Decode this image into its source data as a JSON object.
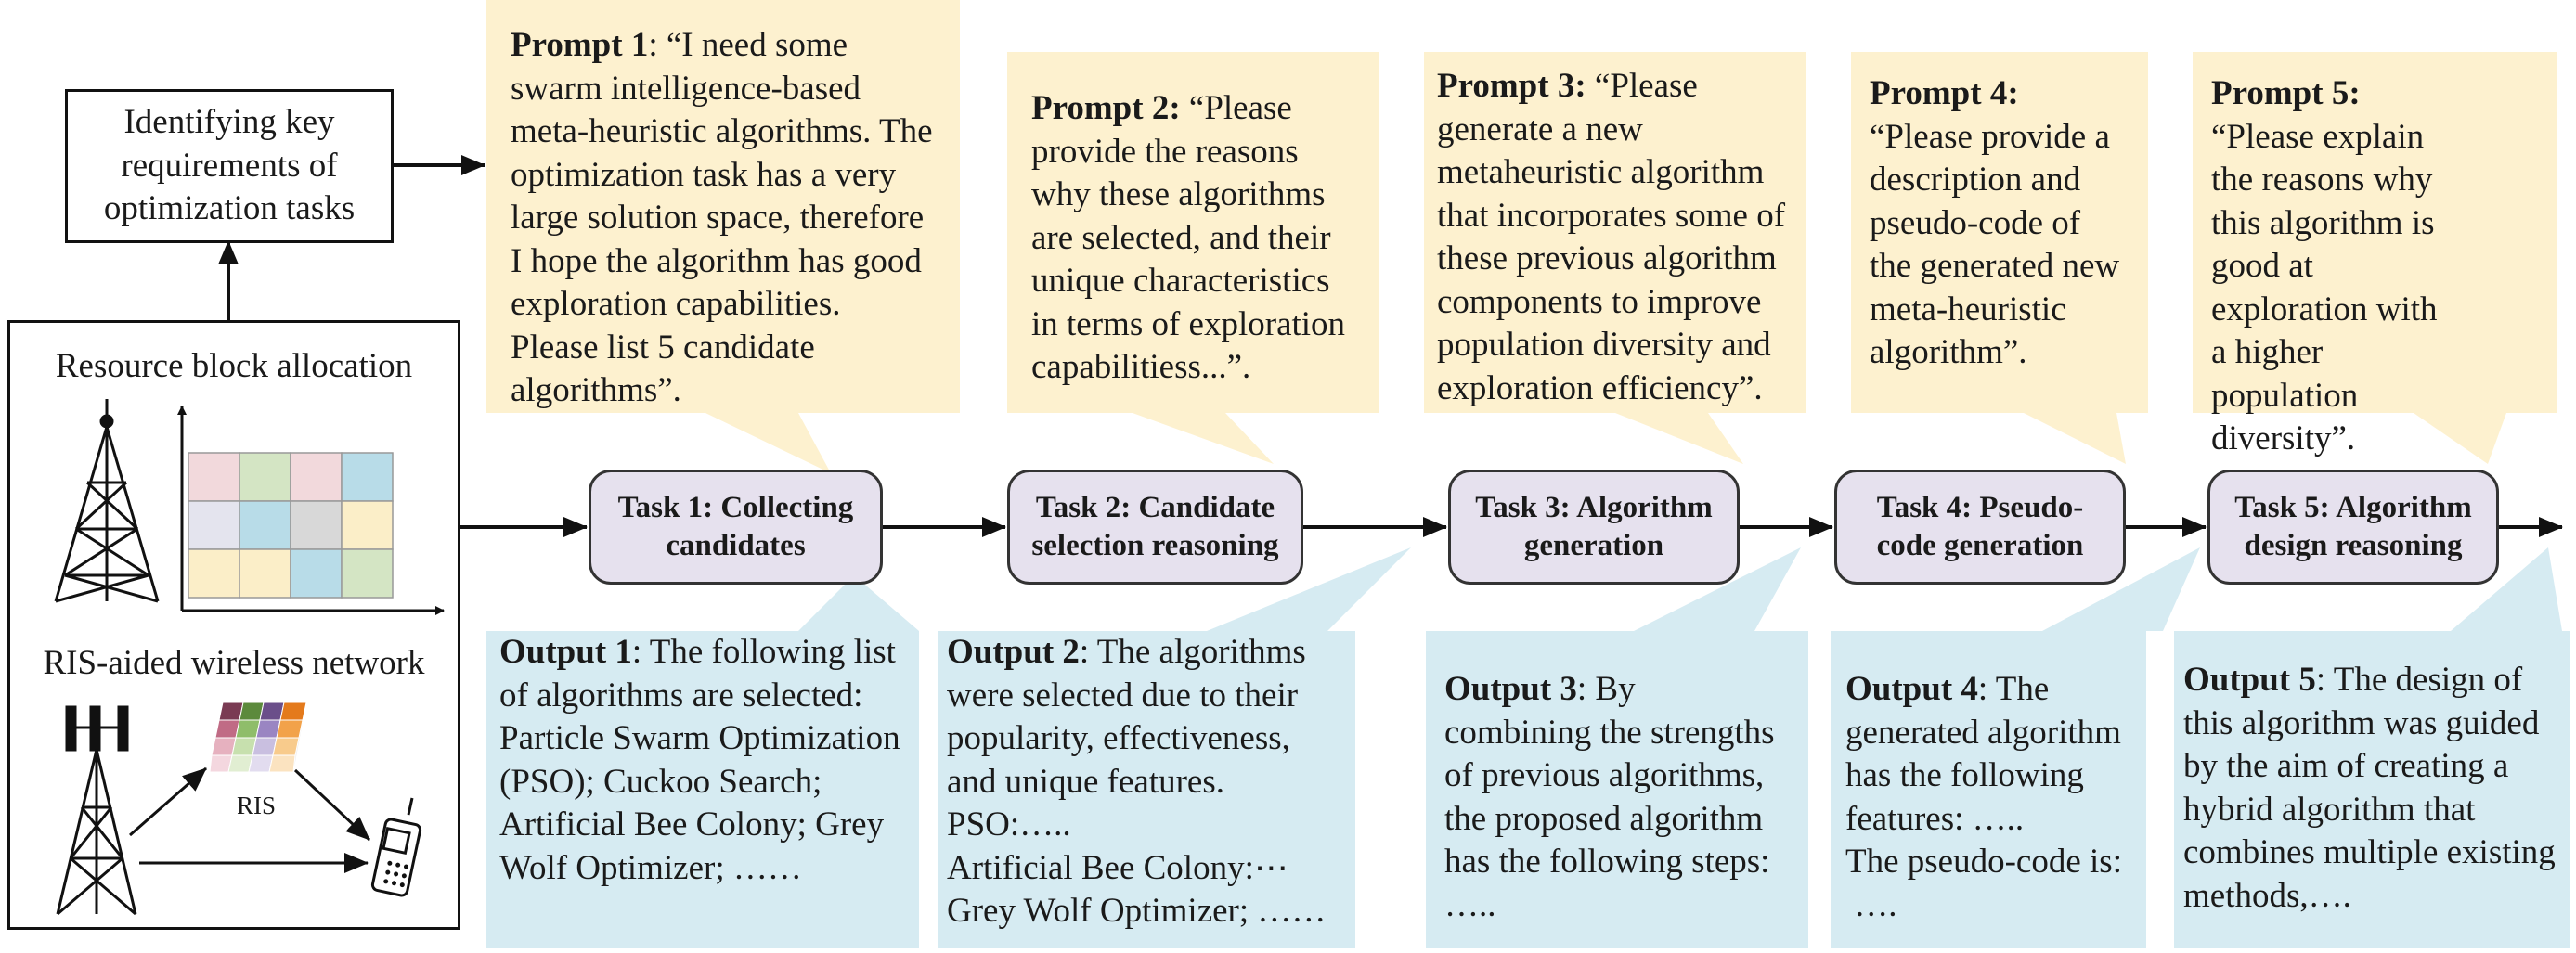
{
  "requirements_box": "Identifying key requirements of optimization tasks",
  "scenario": {
    "resource_label": "Resource block allocation",
    "network_label": "RIS-aided wireless network",
    "ris_label": "RIS"
  },
  "prompts": [
    {
      "head": "Prompt 1",
      "sep": ": ",
      "body": "“I need some swarm intelligence-based meta-heuristic algorithms. The optimization task has a very large solution space, therefore I hope the algorithm has good exploration capabilities. Please list 5 candidate algorithms”."
    },
    {
      "head": "Prompt 2:",
      "sep": " ",
      "body": "“Please provide the reasons why these algorithms are selected, and their unique characteristics in terms of exploration capabilitiess...”."
    },
    {
      "head": "Prompt 3:",
      "sep": " ",
      "body": "“Please generate a new metaheuristic algorithm that incorporates some of these previous algorithm components to improve population diversity and exploration efficiency”."
    },
    {
      "head": "Prompt 4:",
      "sep": " ",
      "body": "“Please provide a description and pseudo-code of the generated new meta-heuristic algorithm”."
    },
    {
      "head": "Prompt 5:",
      "sep": " ",
      "body": "“Please explain the reasons why this algorithm is good at exploration with a higher population diversity”."
    }
  ],
  "tasks": [
    {
      "label": "Task 1: Collecting candidates"
    },
    {
      "label": "Task 2: Candidate selection reasoning"
    },
    {
      "label": "Task 3: Algorithm generation"
    },
    {
      "label": "Task 4: Pseudo-code generation"
    },
    {
      "label": "Task 5: Algorithm design reasoning"
    }
  ],
  "outputs": [
    {
      "head": "Output 1",
      "body": ": The following list of algorithms are selected: Particle Swarm Optimization (PSO); Cuckoo Search; Artificial Bee Colony; Grey Wolf Optimizer; ……"
    },
    {
      "head": "Output 2",
      "body": ": The algorithms were selected due to their popularity, effectiveness, and unique features.",
      "lines": [
        "PSO:…..",
        "Artificial Bee Colony:⋯",
        "Grey Wolf Optimizer; ……"
      ]
    },
    {
      "head": "Output 3",
      "body": ": By combining the strengths of previous algorithms, the proposed algorithm has the following steps: ….."
    },
    {
      "head": "Output 4",
      "body": ": The generated algorithm has the following features: …..",
      "lines": [
        "The pseudo-code is:",
        " …."
      ]
    },
    {
      "head": "Output 5",
      "body": ": The design of this algorithm was guided by the aim of creating a hybrid algorithm that combines multiple existing methods,…."
    }
  ]
}
